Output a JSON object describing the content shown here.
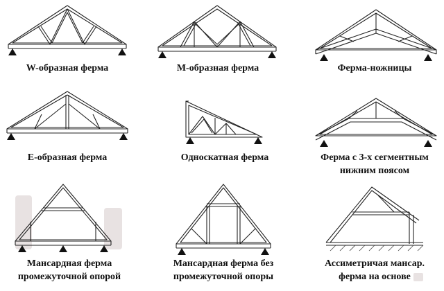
{
  "trusses": [
    {
      "id": "w",
      "lines": [
        "W-образная ферма"
      ]
    },
    {
      "id": "m",
      "lines": [
        "M-образная ферма"
      ]
    },
    {
      "id": "scissors",
      "lines": [
        "Ферма-ножницы"
      ]
    },
    {
      "id": "e",
      "lines": [
        "E-образная ферма"
      ]
    },
    {
      "id": "mono",
      "lines": [
        "Односкатная ферма"
      ]
    },
    {
      "id": "seg3",
      "lines": [
        "Ферма с 3-х сегментным",
        "нижним поясом"
      ]
    },
    {
      "id": "mans1",
      "lines": [
        "Мансардная ферма",
        "промежуточной опорой"
      ]
    },
    {
      "id": "mans2",
      "lines": [
        "Мансардная ферма без",
        "промежуточной опоры"
      ]
    },
    {
      "id": "asym",
      "lines": [
        "Ассиметричая мансар.",
        "ферма на основе"
      ]
    }
  ]
}
